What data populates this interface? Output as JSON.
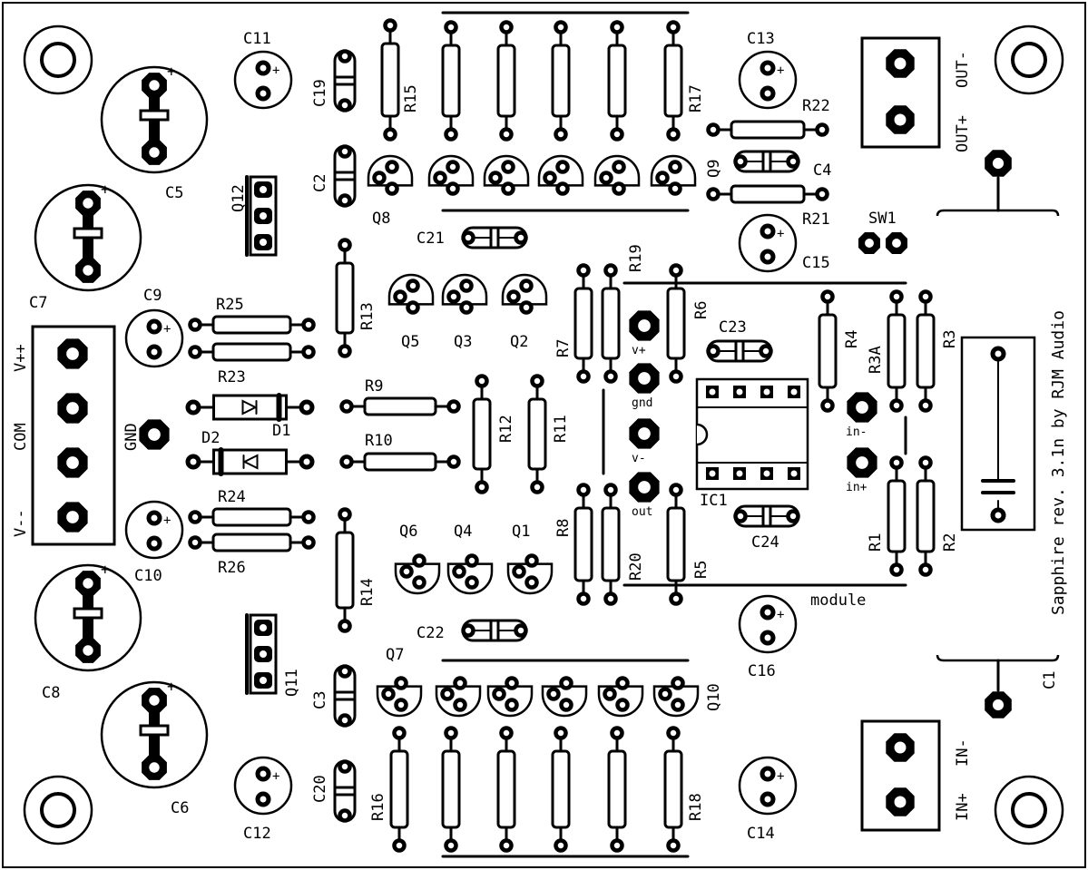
{
  "title": "Sapphire rev. 3.1n by RJM Audio",
  "module_label": "module",
  "labels": {
    "C11": "C11",
    "C13": "C13",
    "C19": "C19",
    "R15": "R15",
    "R17": "R17",
    "R22": "R22",
    "C2": "C2",
    "Q8": "Q8",
    "Q9": "Q9",
    "C4": "C4",
    "R21": "R21",
    "C5": "C5",
    "Q12": "Q12",
    "C21": "C21",
    "SW1": "SW1",
    "C15": "C15",
    "R19": "R19",
    "R6": "R6",
    "C7": "C7",
    "C9": "C9",
    "R25": "R25",
    "R13": "R13",
    "Q5": "Q5",
    "Q3": "Q3",
    "Q2": "Q2",
    "R7": "R7",
    "C23": "C23",
    "R4": "R4",
    "R3A": "R3A",
    "R3": "R3",
    "R23": "R23",
    "R9": "R9",
    "R12": "R12",
    "R11": "R11",
    "D1": "D1",
    "D2": "D2",
    "R10": "R10",
    "IC1": "IC1",
    "C24": "C24",
    "R8": "R8",
    "R20": "R20",
    "R5": "R5",
    "R1": "R1",
    "R2": "R2",
    "R24": "R24",
    "R26": "R26",
    "C10": "C10",
    "Q6": "Q6",
    "Q4": "Q4",
    "Q1": "Q1",
    "R14": "R14",
    "C8": "C8",
    "C22": "C22",
    "C16": "C16",
    "Q7": "Q7",
    "Q11": "Q11",
    "C3": "C3",
    "Q10": "Q10",
    "C1": "C1",
    "C6": "C6",
    "C12": "C12",
    "C20": "C20",
    "R16": "R16",
    "R18": "R18",
    "C14": "C14"
  },
  "terminals": {
    "power": [
      "V++",
      "COM",
      "V--"
    ],
    "gnd": "GND",
    "out_minus": "OUT-",
    "out_plus": "OUT+",
    "in_minus": "IN-",
    "in_plus": "IN+"
  },
  "module_pins": [
    "v+",
    "gnd",
    "v-",
    "out"
  ],
  "input_pins": [
    "in-",
    "in+"
  ],
  "polarity": "+"
}
